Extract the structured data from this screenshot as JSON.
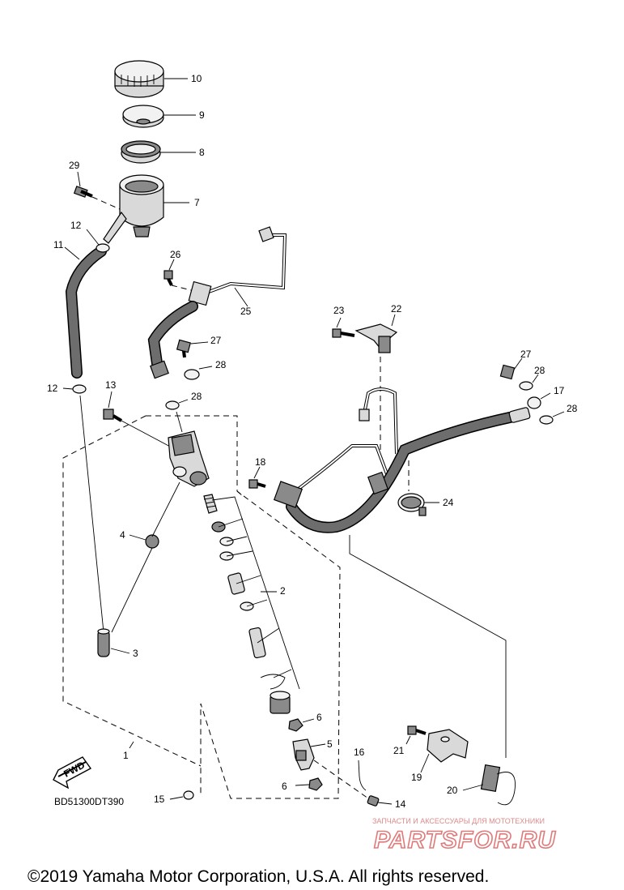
{
  "diagram": {
    "code": "BD51300DT390",
    "fwd_label": "FWD",
    "copyright": "©2019 Yamaha Motor Corporation, U.S.A. All rights reserved.",
    "watermark": {
      "line1": "ЗАПЧАСТИ И АКСЕССУАРЫ ДЛЯ МОТОТЕХНИКИ",
      "line2": "PARTSFOR.RU"
    },
    "callouts": {
      "c10": "10",
      "c9": "9",
      "c8": "8",
      "c29": "29",
      "c7": "7",
      "c12a": "12",
      "c11": "11",
      "c26": "26",
      "c25": "25",
      "c27a": "27",
      "c28a": "28",
      "c12b": "12",
      "c13": "13",
      "c28b": "28",
      "c23": "23",
      "c22": "22",
      "c27b": "27",
      "c28c": "28",
      "c17": "17",
      "c28d": "28",
      "c18": "18",
      "c24": "24",
      "c4": "4",
      "c2": "2",
      "c3": "3",
      "c6a": "6",
      "c5": "5",
      "c1": "1",
      "c16": "16",
      "c21": "21",
      "c19": "19",
      "c6b": "6",
      "c20": "20",
      "c15": "15",
      "c14": "14"
    }
  }
}
